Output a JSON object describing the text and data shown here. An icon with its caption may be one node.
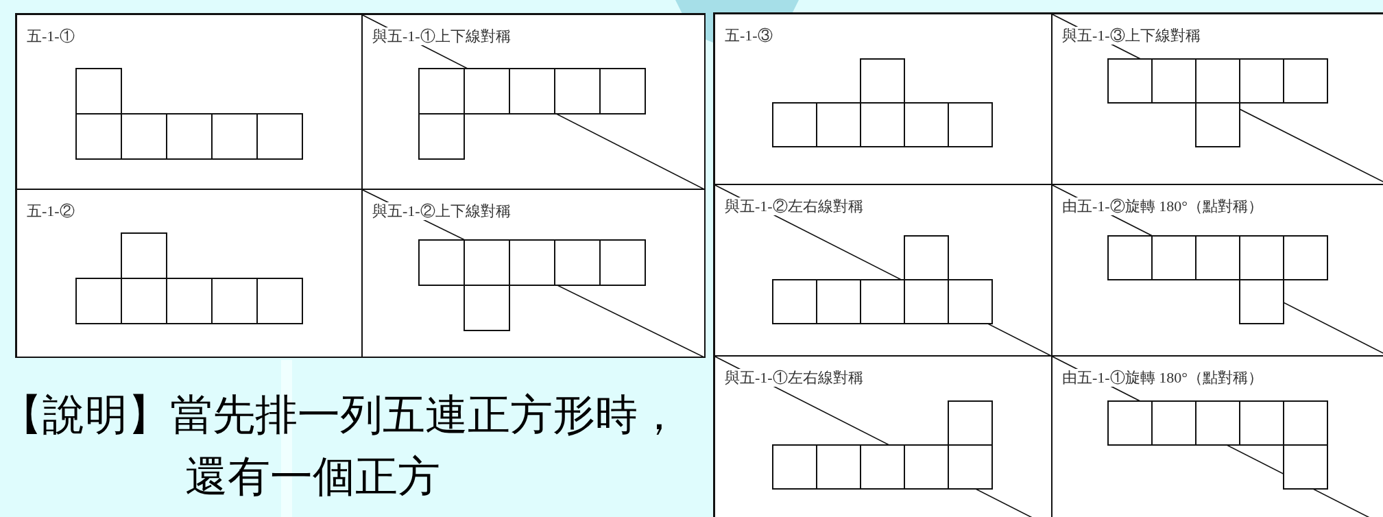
{
  "diagram": {
    "nodes": [
      {
        "text": [
          "五-1-①"
        ]
      },
      {
        "text": [
          "與五-1-①上下線對稱"
        ]
      },
      {
        "text": [
          "五-1-②"
        ]
      },
      {
        "text": [
          "與五-1-②上下線對稱"
        ]
      },
      {
        "text": [
          "五-1-③"
        ]
      },
      {
        "text": [
          "與五-1-③上下線對稱"
        ]
      },
      {
        "text": [
          "與五-1-②左右線對稱"
        ]
      },
      {
        "text": [
          "由五-1-②旋轉 180°（點對稱）"
        ]
      },
      {
        "text": [
          "與五-1-①左右線對稱"
        ]
      },
      {
        "text": [
          "由五-1-①旋轉 180°（點對稱）"
        ]
      }
    ],
    "labels": [
      "【說明】當先排一列五連正方形時，還有一個正方"
    ]
  }
}
